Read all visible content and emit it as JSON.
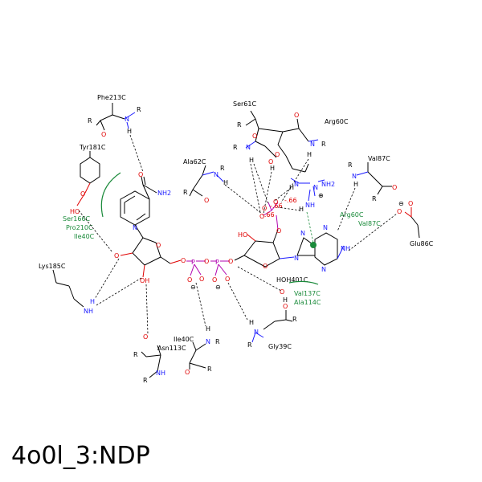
{
  "title": "4o0l_3:NDP",
  "residues": {
    "phe213": "Phe213C",
    "tyr181": "Tyr181C",
    "ser61": "Ser61C",
    "arg60_top": "Arg60C",
    "ala62": "Ala62C",
    "val87_top": "Val87C",
    "ser166": "Ser166C",
    "pro210": "Pro210C",
    "ile40_green": "Ile40C",
    "arg60_green": "Arg60C",
    "val87_green": "Val87C",
    "glu86": "Glu86C",
    "lys185": "Lys185C",
    "hoh401": "HOH401C",
    "val137": "Val137C",
    "ala114": "Ala114C",
    "ile40": "Ile40C",
    "asn113": "Asn113C",
    "gly39": "Gly39C"
  },
  "atoms": {
    "R": "R",
    "N": "N",
    "H": "H",
    "O": "O",
    "P": "P",
    "NH2": "NH2",
    "NH": "NH",
    "HO": "HO",
    "OH": "OH",
    "minus": "⊖",
    "plus": "⊕",
    "charge_neg": "-.66",
    "charge_neg2": "-.66",
    "charge_neg3": "-.66"
  },
  "colors": {
    "oxygen": "#e00000",
    "nitrogen": "#1a1aff",
    "phosphorus": "#b000b0",
    "hydrophobic": "#1a8a3a"
  }
}
